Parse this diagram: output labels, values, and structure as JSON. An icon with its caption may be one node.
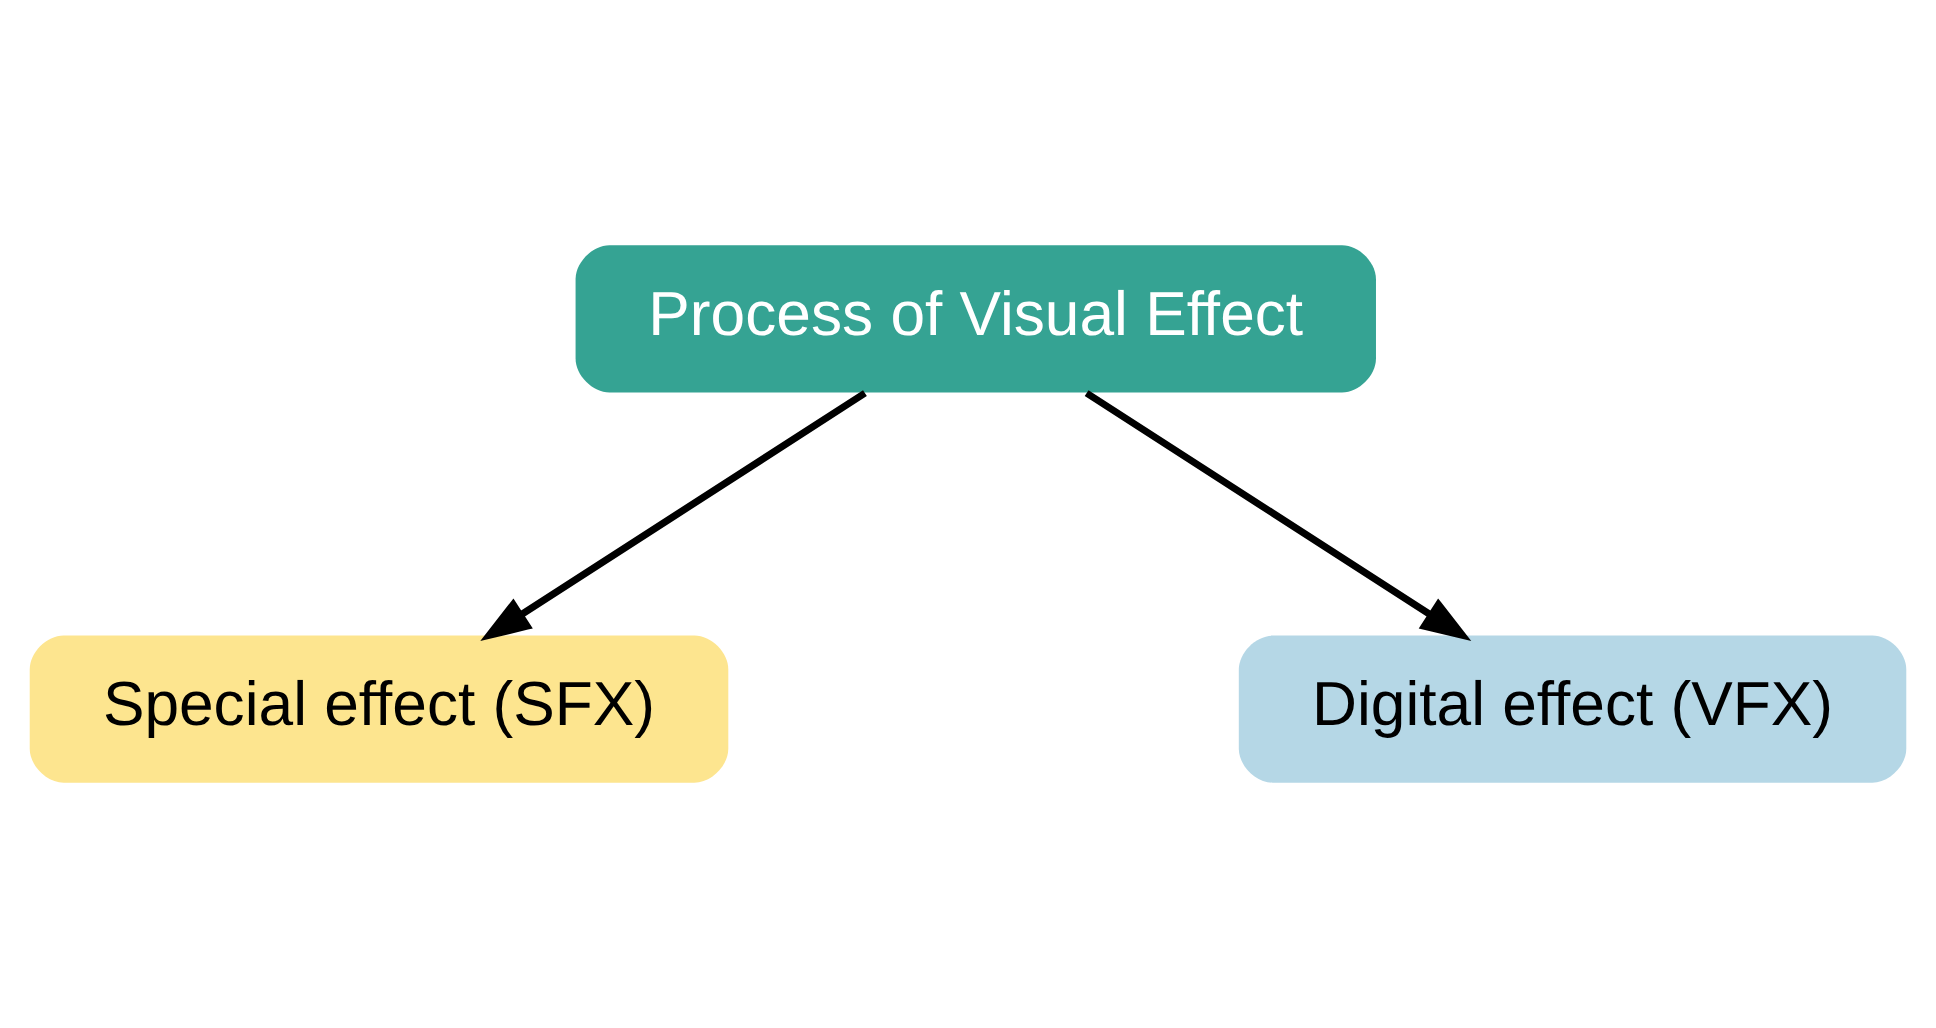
{
  "diagram": {
    "nodes": [
      {
        "text": [
          "Process of Visual Effect"
        ]
      },
      {
        "text": [
          "Special effect (SFX)"
        ]
      },
      {
        "text": [
          "Digital effect (VFX)"
        ]
      }
    ],
    "edges": [
      {
        "from": 0,
        "to": 1,
        "arrow": "to"
      },
      {
        "from": 0,
        "to": 2,
        "arrow": "to"
      }
    ]
  }
}
